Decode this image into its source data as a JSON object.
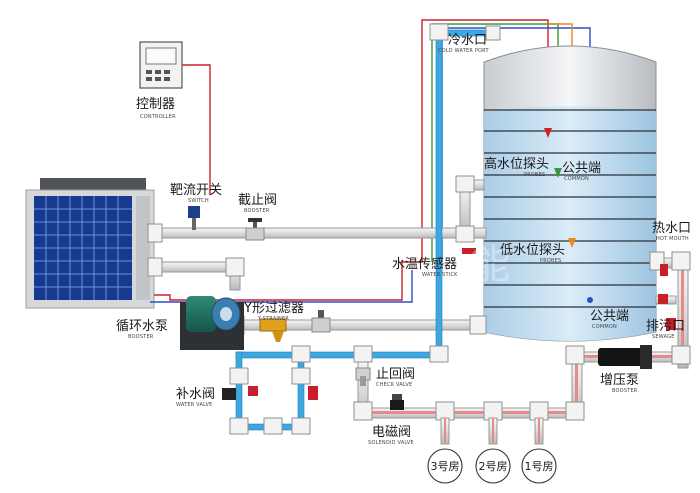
{
  "labels": {
    "controller": {
      "cn": "控制器",
      "en": "CONTROLLER"
    },
    "switch": {
      "cn": "靶流开关",
      "en": "SWITCH"
    },
    "stop_valve": {
      "cn": "截止阀",
      "en": "BOOSTER"
    },
    "cold_water": {
      "cn": "冷水口",
      "en": "COLD WATER PORT"
    },
    "high_probe": {
      "cn": "高水位探头",
      "en": "PROBES"
    },
    "common1": {
      "cn": "公共端",
      "en": "COMMON"
    },
    "low_probe": {
      "cn": "低水位探头",
      "en": "PROBES"
    },
    "water_temp": {
      "cn": "水温传感器",
      "en": "WATER STICK"
    },
    "hot_water": {
      "cn": "热水口",
      "en": "HOT MOUTH"
    },
    "y_filter": {
      "cn": "Y形过滤器",
      "en": "Y-STRAINER"
    },
    "circ_pump": {
      "cn": "循环水泵",
      "en": "BOOSTER"
    },
    "common2": {
      "cn": "公共端",
      "en": "COMMON"
    },
    "drain": {
      "cn": "排污口",
      "en": "SEWAGE"
    },
    "check_valve": {
      "cn": "止回阀",
      "en": "CHECK VALVE"
    },
    "makeup_valve": {
      "cn": "补水阀",
      "en": "WATER VALVE"
    },
    "booster_pump": {
      "cn": "增压泵",
      "en": "BOOSTER"
    },
    "solenoid": {
      "cn": "电磁阀",
      "en": "SOLENOID VALVE"
    }
  },
  "rooms": [
    "3号房",
    "2号房",
    "1号房"
  ],
  "watermark": "能",
  "colors": {
    "cold_pipe": "#3fa7e0",
    "hot_pipe": "#e8e8e8",
    "red_wire": "#d0202a",
    "green_wire": "#3a9a3a",
    "orange_wire": "#ea8a1a",
    "blue_wire": "#2a4fd0",
    "water": "#cfe6f5"
  }
}
